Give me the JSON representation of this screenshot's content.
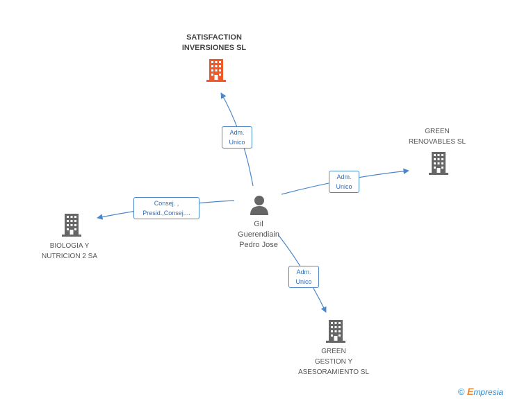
{
  "person": {
    "name_lines": [
      "Gil",
      "Guerendiain",
      "Pedro Jose"
    ],
    "icon": "person-icon"
  },
  "companies": [
    {
      "id": "satisfaction",
      "lines": [
        "SATISFACTION",
        "INVERSIONES SL"
      ],
      "highlight": true,
      "icon": "building-icon",
      "color": "#f05a28"
    },
    {
      "id": "green-renovables",
      "lines": [
        "GREEN",
        "RENOVABLES SL"
      ],
      "highlight": false,
      "icon": "building-icon",
      "color": "#666666"
    },
    {
      "id": "biologia",
      "lines": [
        "BIOLOGIA Y",
        "NUTRICION 2 SA"
      ],
      "highlight": false,
      "icon": "building-icon",
      "color": "#666666"
    },
    {
      "id": "green-gestion",
      "lines": [
        "GREEN",
        "GESTION Y",
        "ASESORAMIENTO SL"
      ],
      "highlight": false,
      "icon": "building-icon",
      "color": "#666666"
    }
  ],
  "relations": [
    {
      "target": "satisfaction",
      "lines": [
        "Adm.",
        "Unico"
      ]
    },
    {
      "target": "green-renovables",
      "lines": [
        "Adm.",
        "Unico"
      ]
    },
    {
      "target": "biologia",
      "lines": [
        "Consej. ,",
        "Presid.,Consej...."
      ]
    },
    {
      "target": "green-gestion",
      "lines": [
        "Adm.",
        "Unico"
      ]
    }
  ],
  "colors": {
    "edge": "#4a86c8",
    "badge_border": "#4a86c8",
    "badge_text": "#2f6db5"
  },
  "footer": {
    "copyright": "©",
    "brand_initial": "E",
    "brand_rest": "mpresia"
  }
}
